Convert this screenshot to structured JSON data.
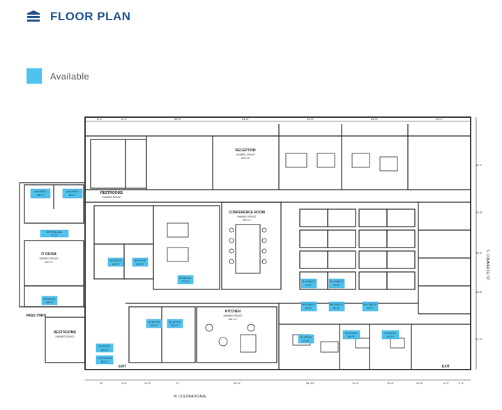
{
  "header": {
    "title": "FLOOR PLAN",
    "icon": "stacked-layers-icon"
  },
  "legend": {
    "label": "Available",
    "color": "#4fc3f0"
  },
  "colors": {
    "available": "#4fc3f0",
    "wall": "#222222",
    "title": "#1b4f8c"
  },
  "rooms": {
    "restrooms_top": {
      "name": "RESTROOMS",
      "sub": "SHARED SPACE"
    },
    "reception": {
      "name": "RECEPTION",
      "sub": "SHARED SPACE",
      "area": "403 S.F."
    },
    "conference": {
      "name": "CONFERENCE ROOM",
      "sub": "SHARED SPACE",
      "area": "750 S.F."
    },
    "it_room": {
      "name": "IT ROOM",
      "sub": "SHARED SPACE",
      "area": "120 S.F."
    },
    "kitchen": {
      "name": "KITCHEN",
      "sub": "SHARED SPACE",
      "area": "464 S.F."
    },
    "restrooms_bottom": {
      "name": "RESTROOMS",
      "sub": "SHARED SPACE"
    },
    "pass_thru": {
      "name": "PASS THRU"
    }
  },
  "available_spaces": [
    {
      "name": "BH OFFICE",
      "area": "145 S.F."
    },
    {
      "name": "BH OFFICE",
      "area": "85 S.F."
    },
    {
      "name": "BH Printer Area",
      "area": "71 S.F."
    },
    {
      "name": "BH OFFICE",
      "area": "108 S.F."
    },
    {
      "name": "BH OFFICE",
      "area": "102 S.F."
    },
    {
      "name": "BH OFFICE",
      "area": "102 S.F."
    },
    {
      "name": "BH OFFICE",
      "area": "770 S.F."
    },
    {
      "name": "BH CUBICLE",
      "area": "64 S.F."
    },
    {
      "name": "BH CUBICLE",
      "area": "64 S.F."
    },
    {
      "name": "BH CUBICLE",
      "area": "64 S.F."
    },
    {
      "name": "BH CUBICLE",
      "area": "64 S.F."
    },
    {
      "name": "BH CUBICLE",
      "area": "64 S.F."
    },
    {
      "name": "BH OFFICE",
      "area": "86 S.F."
    },
    {
      "name": "BH OFFICE",
      "area": "202 S.F."
    },
    {
      "name": "BH OFFICE",
      "area": "150 S.F."
    },
    {
      "name": "BH STORAGE",
      "area": "88 S.F."
    },
    {
      "name": "BH OFFICE",
      "area": "97 S.F."
    },
    {
      "name": "BH OFFICE",
      "area": "146 S.F."
    },
    {
      "name": "BH OFFICE",
      "area": "146 S.F."
    }
  ],
  "streets": {
    "south": "W. COLORADO AVE.",
    "east": "S. COMMERCE ST."
  },
  "exits": [
    "EXIT",
    "EXIT"
  ],
  "dimensions": {
    "top": [
      "8'-1\"",
      "6'-1\"",
      "30'-5\"",
      "24'-5\"",
      "24'-5\"",
      "24'-5\"",
      "24'-1\""
    ],
    "bottom": [
      "12'",
      "4'-6\"",
      "11'-6\"",
      "11'",
      "33'-8\"",
      "23'-10\"",
      "11'-4\"",
      "12'-6\"",
      "12'-6\"",
      "6'-2\"",
      "6'-1\""
    ],
    "right": [
      "18'-1\"",
      "18'-8\"",
      "18'-6\"",
      "18'-6\"",
      "21'-5\""
    ]
  }
}
